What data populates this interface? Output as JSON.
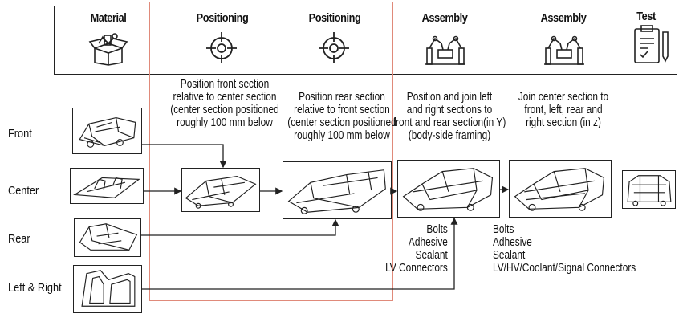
{
  "header": {
    "stages": [
      {
        "label": "Material",
        "icon": "material-box-icon"
      },
      {
        "label": "Positioning",
        "icon": "crosshair-target-icon"
      },
      {
        "label": "Positioning",
        "icon": "crosshair-target-icon"
      },
      {
        "label": "Assembly",
        "icon": "robot-arm-icon"
      },
      {
        "label": "Assembly",
        "icon": "robot-arm-icon"
      },
      {
        "label": "Test",
        "icon": "clipboard-checklist-icon"
      }
    ]
  },
  "rows": {
    "front": "Front",
    "center": "Center",
    "rear": "Rear",
    "left_right": "Left & Right"
  },
  "steps": {
    "step1": [
      "Position front section",
      "relative to center section",
      "(center section positioned",
      "roughly 100 mm below"
    ],
    "step2": [
      "Position rear section",
      "relative to front section",
      "(center section positioned",
      "roughly 100 mm below"
    ],
    "step3": [
      "Position and join left",
      "and right sections to",
      "front and rear section(in Y)",
      "(body-side framing)"
    ],
    "step4": [
      "Join center section to",
      "front, left, rear and",
      "right section (in z)"
    ]
  },
  "materials": {
    "first": [
      "Bolts",
      "Adhesive",
      "Sealant",
      "LV Connectors"
    ],
    "second": [
      "Bolts",
      "Adhesive",
      "Sealant",
      "LV/HV/Coolant/Signal Connectors"
    ]
  },
  "colors": {
    "highlight_box": "#e08a7a",
    "line": "#222222"
  }
}
